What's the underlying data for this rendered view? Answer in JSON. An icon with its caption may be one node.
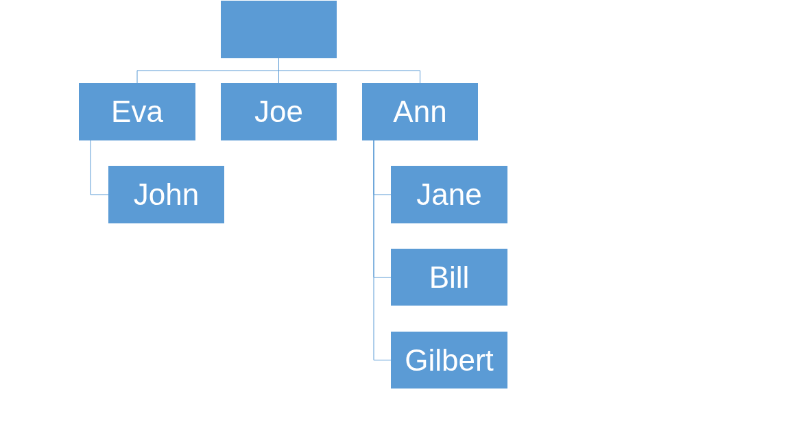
{
  "diagram": {
    "nodes": [
      {
        "text": [],
        "shape": "box"
      },
      {
        "text": [
          "Eva"
        ]
      },
      {
        "text": [
          "Joe"
        ]
      },
      {
        "text": [
          "Ann"
        ]
      },
      {
        "text": [
          "John"
        ]
      },
      {
        "text": [
          "Jane"
        ]
      },
      {
        "text": [
          "Bill"
        ]
      },
      {
        "text": [
          "Gilbert"
        ]
      }
    ],
    "edges": [
      {
        "from": 0,
        "to": 1,
        "arrow": "none"
      },
      {
        "from": 0,
        "to": 2,
        "arrow": "none"
      },
      {
        "from": 0,
        "to": 3,
        "arrow": "none"
      },
      {
        "from": 1,
        "to": 4,
        "arrow": "none"
      },
      {
        "from": 3,
        "to": 5,
        "arrow": "none"
      },
      {
        "from": 3,
        "to": 6,
        "arrow": "none"
      },
      {
        "from": 3,
        "to": 7,
        "arrow": "none"
      }
    ]
  }
}
